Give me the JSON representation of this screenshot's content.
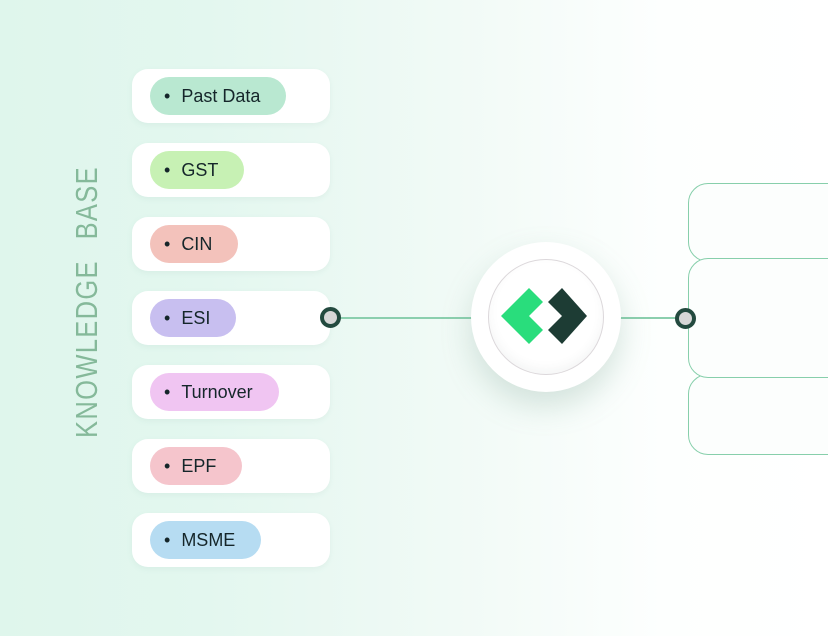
{
  "sidebar": {
    "label": "KNOWLEDGE BASE",
    "label_color": "#85b99a"
  },
  "bullet": "•",
  "knowledge_items": [
    {
      "label": "Past Data",
      "color": "#b9e8d1"
    },
    {
      "label": "GST",
      "color": "#c7f1b4"
    },
    {
      "label": "CIN",
      "color": "#f3c2bb"
    },
    {
      "label": "ESI",
      "color": "#c8bff0"
    },
    {
      "label": "Turnover",
      "color": "#f0c5f2"
    },
    {
      "label": "EPF",
      "color": "#f5c5cc"
    },
    {
      "label": "MSME",
      "color": "#b6dcf2"
    }
  ],
  "connections": {
    "line_color": "#8bcfae",
    "connector_fill": "#d7d7d7",
    "connector_border": "#234a3f"
  },
  "center_node": {
    "icon": "chevron-diamonds-logo",
    "left_chevron_color": "#29dd7c",
    "right_chevron_color": "#1d3c34"
  },
  "output_panels": {
    "count": 3,
    "border_color": "#87cfab"
  }
}
